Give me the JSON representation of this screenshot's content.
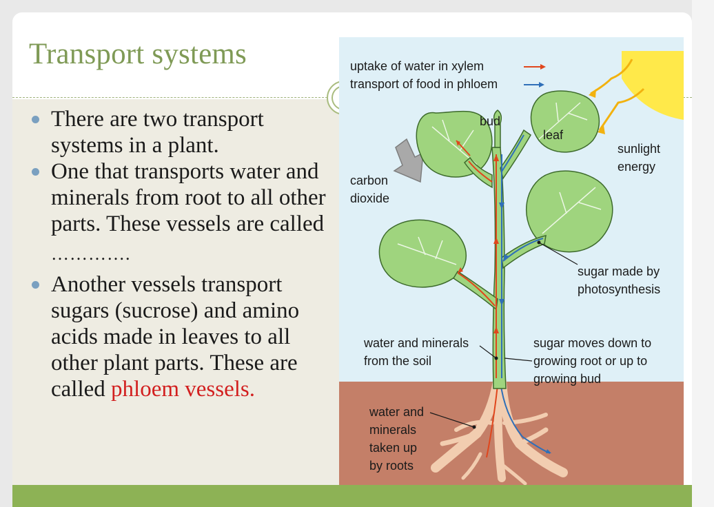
{
  "title": "Transport systems",
  "bullets": [
    {
      "text": "There are two transport systems in a plant."
    },
    {
      "text": "One that transports water and minerals from root to all other parts. These vessels are called",
      "blank": "…………."
    },
    {
      "text": "Another vessels transport sugars (sucrose) and amino acids made in leaves to all other plant parts. These are called ",
      "highlight": "phloem vessels."
    }
  ],
  "diagram": {
    "legend_xylem": "uptake of water in xylem",
    "legend_phloem": "transport of food in phloem",
    "bud": "bud",
    "leaf": "leaf",
    "sunlight_1": "sunlight",
    "sunlight_2": "energy",
    "co2_1": "carbon",
    "co2_2": "dioxide",
    "sugar_made_1": "sugar made by",
    "sugar_made_2": "photosynthesis",
    "water_soil_1": "water and minerals",
    "water_soil_2": "from the soil",
    "sugar_moves_1": "sugar moves down to",
    "sugar_moves_2": "growing root or up to",
    "sugar_moves_3": "growing bud",
    "roots_1": "water and",
    "roots_2": "minerals",
    "roots_3": "taken up",
    "roots_4": "by roots"
  },
  "colors": {
    "title": "#7f9a56",
    "xylem_arrow": "#e0461c",
    "phloem_arrow": "#2f6fb8",
    "leaf": "#9fd47e",
    "soil": "#c47f68",
    "sky": "#dff0f7",
    "sun": "#ffe94a",
    "bottom_bar": "#8db255"
  }
}
